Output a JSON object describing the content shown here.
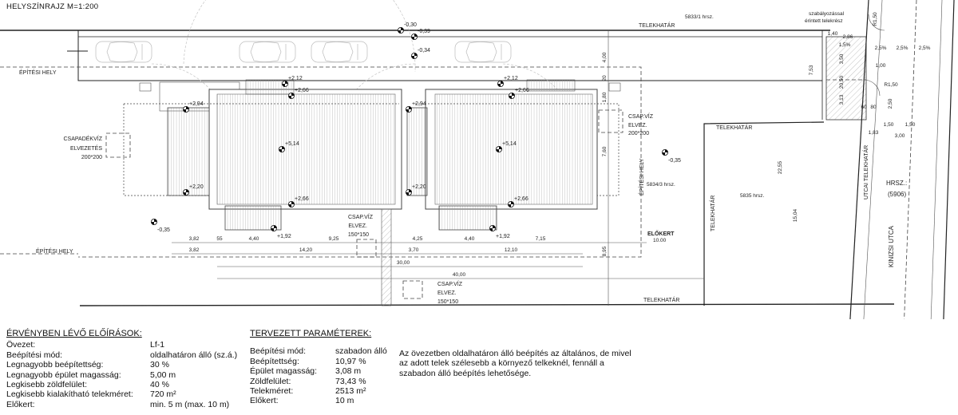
{
  "title": "HELYSZÍNRAJZ  M=1:200",
  "labels": {
    "telekhatar_top": "TELEKHATÁR",
    "telekhatar_mid": "TELEKHATÁR",
    "telekhatar_bottom": "TELEKHATÁR",
    "telekhatar_vertical": "TELEKHATÁR",
    "epitesi_hely_top": "ÉPÍTÉSI HELY",
    "epitesi_hely_bottom": "ÉPÍTÉSI HELY",
    "epitesi_hely_vertical": "ÉPÍTÉSI HELY",
    "elokert": "ELŐKERT",
    "elokert_value": "10.00",
    "hrsz_5833": "5833/1 hrsz.",
    "hrsz_5834": "5834/3 hrsz.",
    "hrsz_5835": "5835 hrsz.",
    "szabalyozas_1": "szabályozással",
    "szabalyozas_2": "érintett telekrész",
    "utcai_telekhatar": "UTCAI  TELEKHATÁR",
    "hrsz_street": "HRSZ.:",
    "hrsz_street_num": "(5906)",
    "street_name": "KINIZSI UTCA"
  },
  "drains": [
    {
      "lines": [
        "CSAPADÉKVÍZ",
        "ELVEZETÉS",
        "200*200"
      ]
    },
    {
      "lines": [
        "CSAP.VÍZ",
        "ELVEZ.",
        "200*200"
      ]
    },
    {
      "lines": [
        "CSAP.VÍZ",
        "ELVEZ.",
        "150*150"
      ]
    },
    {
      "lines": [
        "CSAP.VÍZ",
        "ELVEZ.",
        "150*150"
      ]
    }
  ],
  "levels": [
    "-0,30",
    "-0,39",
    "-0,34",
    "+2,12",
    "+2,66",
    "+2,94",
    "+5,14",
    "+2,20",
    "+2,66",
    "+1,92",
    "-0,35",
    "+2,12",
    "+2,66",
    "+2,94",
    "+5,14",
    "+2,20",
    "+2,66",
    "+1,92",
    "-0,35"
  ],
  "dims_row1": [
    "3,82",
    "55",
    "4,40",
    "9,25",
    "4,25",
    "4,40",
    "7,15"
  ],
  "dims_row2": [
    "3,82",
    "14,20",
    "3,70",
    "12,10"
  ],
  "dims_total": [
    "30,00",
    "40,00"
  ],
  "dims_vertical": [
    "4,00",
    "20",
    "1,80",
    "7,60",
    "8,95",
    "7,53",
    "22,55",
    "15,04"
  ],
  "street_dims": [
    "R1,50",
    "2,5%",
    "2,5%",
    "2,5%",
    "1,00",
    "R1,50",
    "2,50",
    "1,50",
    "1,50",
    "1,83",
    "3,00",
    "2,86",
    "1,5%",
    "3,50",
    "20,50",
    "3,13",
    "60",
    "80",
    "1,40"
  ],
  "existing": {
    "heading": "ÉRVÉNYBEN LÉVŐ ELŐÍRÁSOK:",
    "rows": [
      {
        "k": "Övezet:",
        "v": "Lf-1"
      },
      {
        "k": "Beépítési mód:",
        "v": "oldalhatáron álló (sz.á.)"
      },
      {
        "k": "Legnagyobb beépítettség:",
        "v": "30 %"
      },
      {
        "k": "Legnagyobb épület magasság:",
        "v": "5,00 m"
      },
      {
        "k": "Legkisebb zöldfelület:",
        "v": "40 %"
      },
      {
        "k": "Legkisebb kialakítható telekméret:",
        "v": "720 m²"
      },
      {
        "k": "Előkert:",
        "v": "min. 5 m (max. 10 m)"
      }
    ]
  },
  "planned": {
    "heading": "TERVEZETT PARAMÉTEREK:",
    "rows": [
      {
        "k": "Beépítési mód:",
        "v": "szabadon álló"
      },
      {
        "k": "Beépítettség:",
        "v": "10,97 %"
      },
      {
        "k": "Épület magasság:",
        "v": "3,08 m"
      },
      {
        "k": "Zöldfelület:",
        "v": "73,43 %"
      },
      {
        "k": "Telekméret:",
        "v": "2513 m²"
      },
      {
        "k": "Előkert:",
        "v": "10 m"
      }
    ],
    "note": "Az övezetben oldalhatáron álló beépítés az általános, de mivel az adott telek szélesebb a környező telkeknél, fennáll a szabadon álló beépítés lehetősége."
  }
}
